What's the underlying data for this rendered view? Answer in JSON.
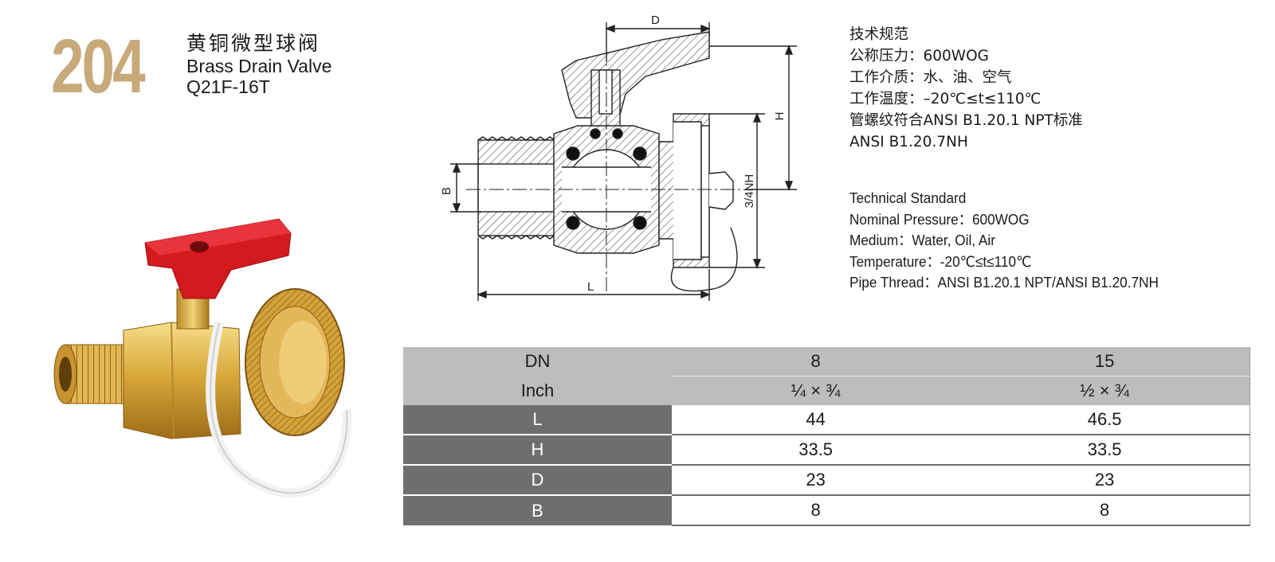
{
  "header": {
    "model_number": "204",
    "name_cn": "黄铜微型球阀",
    "name_en": "Brass Drain Valve",
    "code": "Q21F-16T"
  },
  "drawing_labels": {
    "d": "D",
    "h": "H",
    "b": "B",
    "l": "L",
    "nh": "3/4NH"
  },
  "spec_cn": {
    "heading": "技术规范",
    "pressure": "公称压力：600WOG",
    "medium": "工作介质：水、油、空气",
    "temperature": "工作温度：–20℃≤t≤110℃",
    "thread": "管螺纹符合ANSI B1.20.1 NPT标准",
    "thread2": "ANSI B1.20.7NH"
  },
  "spec_en": {
    "heading": "Technical Standard",
    "pressure": "Nominal Pressure：600WOG",
    "medium": "Medium：Water, Oil, Air",
    "temperature": "Temperature：-20℃≤t≤110℃",
    "thread": "Pipe Thread：ANSI B1.20.1 NPT/ANSI B1.20.7NH"
  },
  "table": {
    "header_rows": [
      {
        "label": "DN",
        "values": [
          "8",
          "15"
        ]
      },
      {
        "label": "Inch",
        "values": [
          "¼ × ¾",
          "½ × ¾"
        ]
      }
    ],
    "rows": [
      {
        "label": "L",
        "values": [
          "44",
          "46.5"
        ]
      },
      {
        "label": "H",
        "values": [
          "33.5",
          "33.5"
        ]
      },
      {
        "label": "D",
        "values": [
          "23",
          "23"
        ]
      },
      {
        "label": "B",
        "values": [
          "8",
          "8"
        ]
      }
    ]
  },
  "colors": {
    "model_number": "#c8a97a",
    "handle": "#d4191f",
    "brass": "#d9a93c",
    "header_gray": "#bdbdbd",
    "label_gray": "#6e6e6e"
  }
}
